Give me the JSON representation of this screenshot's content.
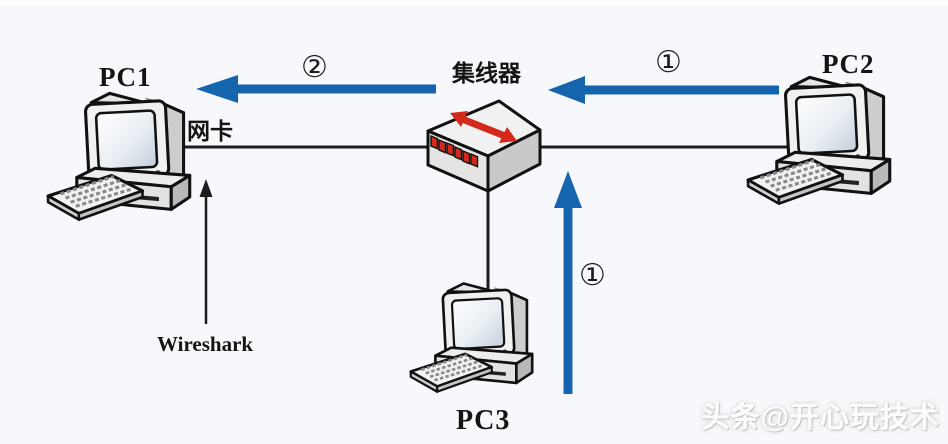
{
  "colors": {
    "background": "#f7f8fb",
    "arrow_blue": "#1464ae",
    "line_black": "#1c1c1c",
    "hub_red": "#d42a1c"
  },
  "nodes": {
    "pc1": {
      "label": "PC1"
    },
    "pc2": {
      "label": "PC2"
    },
    "pc3": {
      "label": "PC3"
    },
    "hub": {
      "label": "集线器"
    }
  },
  "annotations": {
    "nic": "网卡",
    "wireshark": "Wireshark",
    "step2": "②",
    "step1_right": "①",
    "step1_bottom": "①"
  },
  "watermark": {
    "text": "头条@开心玩技术"
  }
}
